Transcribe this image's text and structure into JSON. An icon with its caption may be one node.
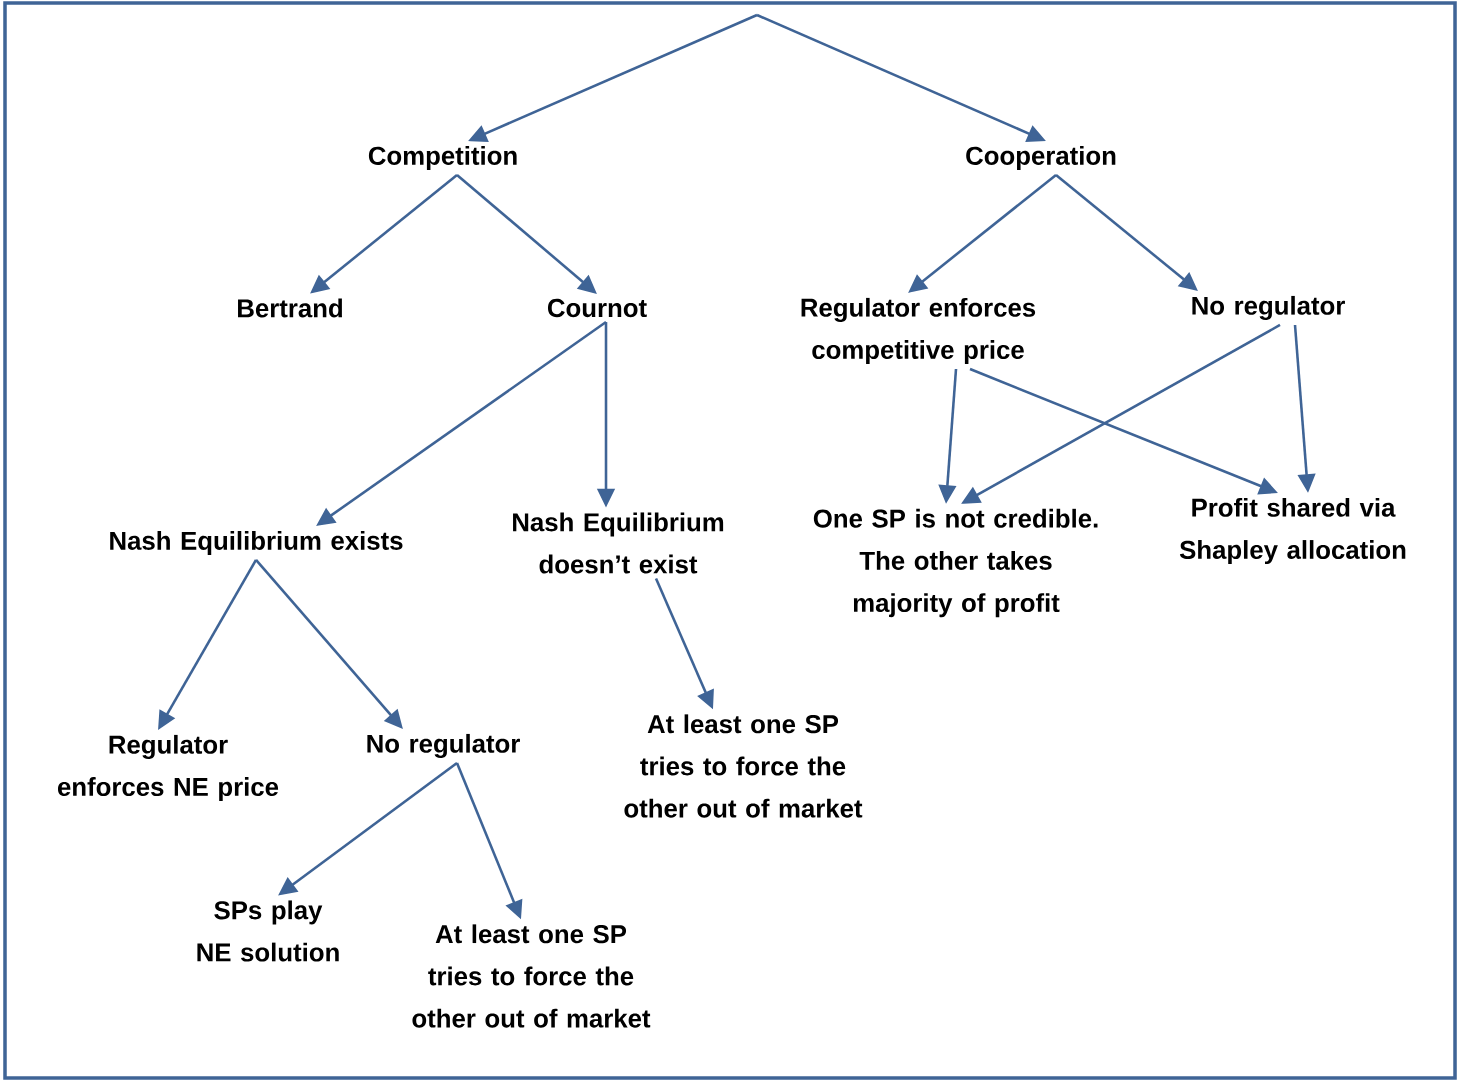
{
  "diagram": {
    "nodes": [
      {
        "text": [
          "Competition"
        ]
      },
      {
        "text": [
          "Cooperation"
        ]
      },
      {
        "text": [
          "Bertrand"
        ]
      },
      {
        "text": [
          "Cournot"
        ]
      },
      {
        "text": [
          "Regulator enforces competitive price"
        ]
      },
      {
        "text": [
          "No regulator"
        ]
      },
      {
        "text": [
          "Nash Equilibrium exists"
        ]
      },
      {
        "text": [
          "Nash Equilibrium doesn’t exist"
        ]
      },
      {
        "text": [
          "One SP is not credible. The other takes majority of profit"
        ]
      },
      {
        "text": [
          "Profit shared via Shapley allocation"
        ]
      },
      {
        "text": [
          "Regulator enforces NE price"
        ]
      },
      {
        "text": [
          "No regulator"
        ]
      },
      {
        "text": [
          "At least one SP tries to force the other out of market"
        ]
      },
      {
        "text": [
          "SPs play NE solution"
        ]
      },
      {
        "text": [
          "At least one SP tries to force the other out of market"
        ]
      }
    ],
    "edges": [
      {
        "from": null,
        "to": 0,
        "arrow": "to"
      },
      {
        "from": null,
        "to": 1,
        "arrow": "to"
      },
      {
        "from": 0,
        "to": 2,
        "arrow": "to"
      },
      {
        "from": 0,
        "to": 3,
        "arrow": "to"
      },
      {
        "from": 1,
        "to": 4,
        "arrow": "to"
      },
      {
        "from": 1,
        "to": 5,
        "arrow": "to"
      },
      {
        "from": 3,
        "to": 6,
        "arrow": "to"
      },
      {
        "from": 3,
        "to": 7,
        "arrow": "to"
      },
      {
        "from": 4,
        "to": 8,
        "arrow": "to"
      },
      {
        "from": 4,
        "to": 9,
        "arrow": "to"
      },
      {
        "from": 5,
        "to": 8,
        "arrow": "to"
      },
      {
        "from": 5,
        "to": 9,
        "arrow": "to"
      },
      {
        "from": 6,
        "to": 10,
        "arrow": "to"
      },
      {
        "from": 6,
        "to": 11,
        "arrow": "to"
      },
      {
        "from": 7,
        "to": 12,
        "arrow": "to"
      },
      {
        "from": 11,
        "to": 13,
        "arrow": "to"
      },
      {
        "from": 11,
        "to": 14,
        "arrow": "to"
      }
    ]
  }
}
